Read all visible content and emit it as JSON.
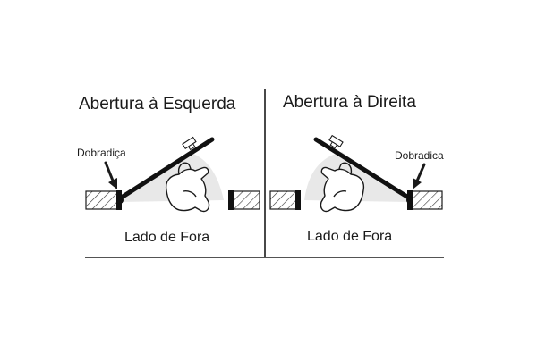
{
  "panels": [
    {
      "title": "Abertura à Esquerda",
      "hinge_label": "Dobradiça",
      "side_label": "Lado de Fora",
      "hinge_side": "left"
    },
    {
      "title": "Abertura à Direita",
      "hinge_label": "Dobradica",
      "side_label": "Lado de Fora",
      "hinge_side": "right"
    }
  ],
  "colors": {
    "stroke": "#1a1a1a",
    "sash": "#111111",
    "swing_shade": "#e8e8e8",
    "wall_fill": "#ffffff"
  }
}
